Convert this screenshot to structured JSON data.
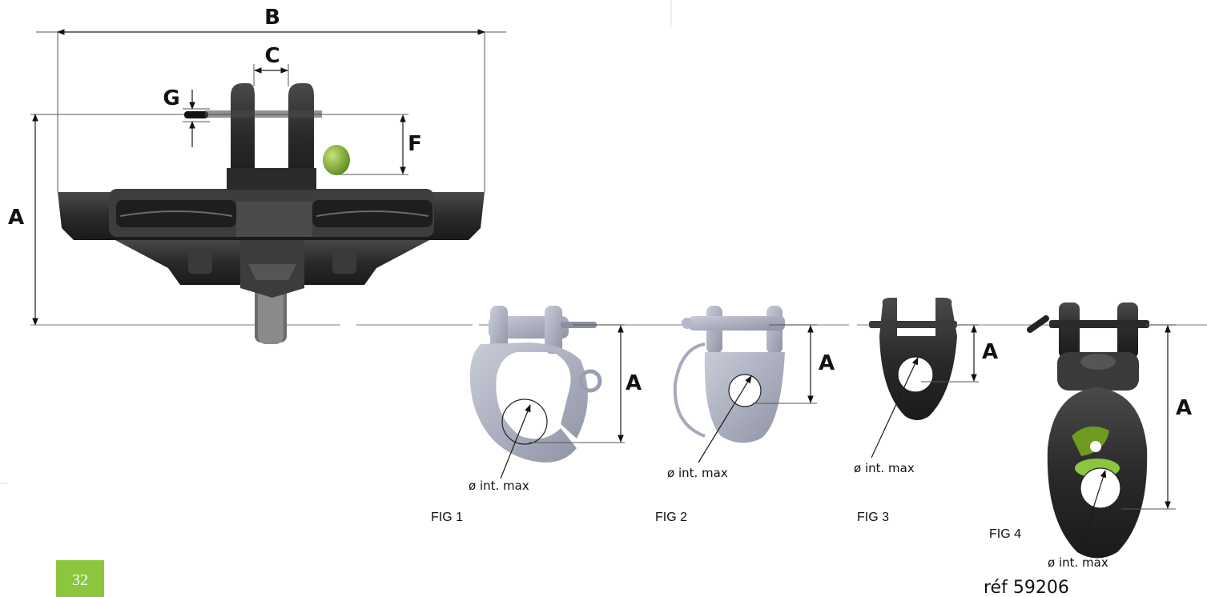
{
  "dimension_labels": {
    "A": "A",
    "B": "B",
    "C": "C",
    "F": "F",
    "G": "G"
  },
  "figures": [
    {
      "label": "FIG 1",
      "dim": "A",
      "caption": "ø int. max"
    },
    {
      "label": "FIG 2",
      "dim": "A",
      "caption": "ø int. max"
    },
    {
      "label": "FIG 3",
      "dim": "A",
      "caption": "ø int. max"
    },
    {
      "label": "FIG 4",
      "dim": "A",
      "caption": "ø int. max"
    }
  ],
  "page_number": "32",
  "reference": "réf 59206",
  "colors": {
    "accent_green": "#8cc63f",
    "part_dark": "#2b2b2b",
    "part_grey": "#a9adbd"
  }
}
